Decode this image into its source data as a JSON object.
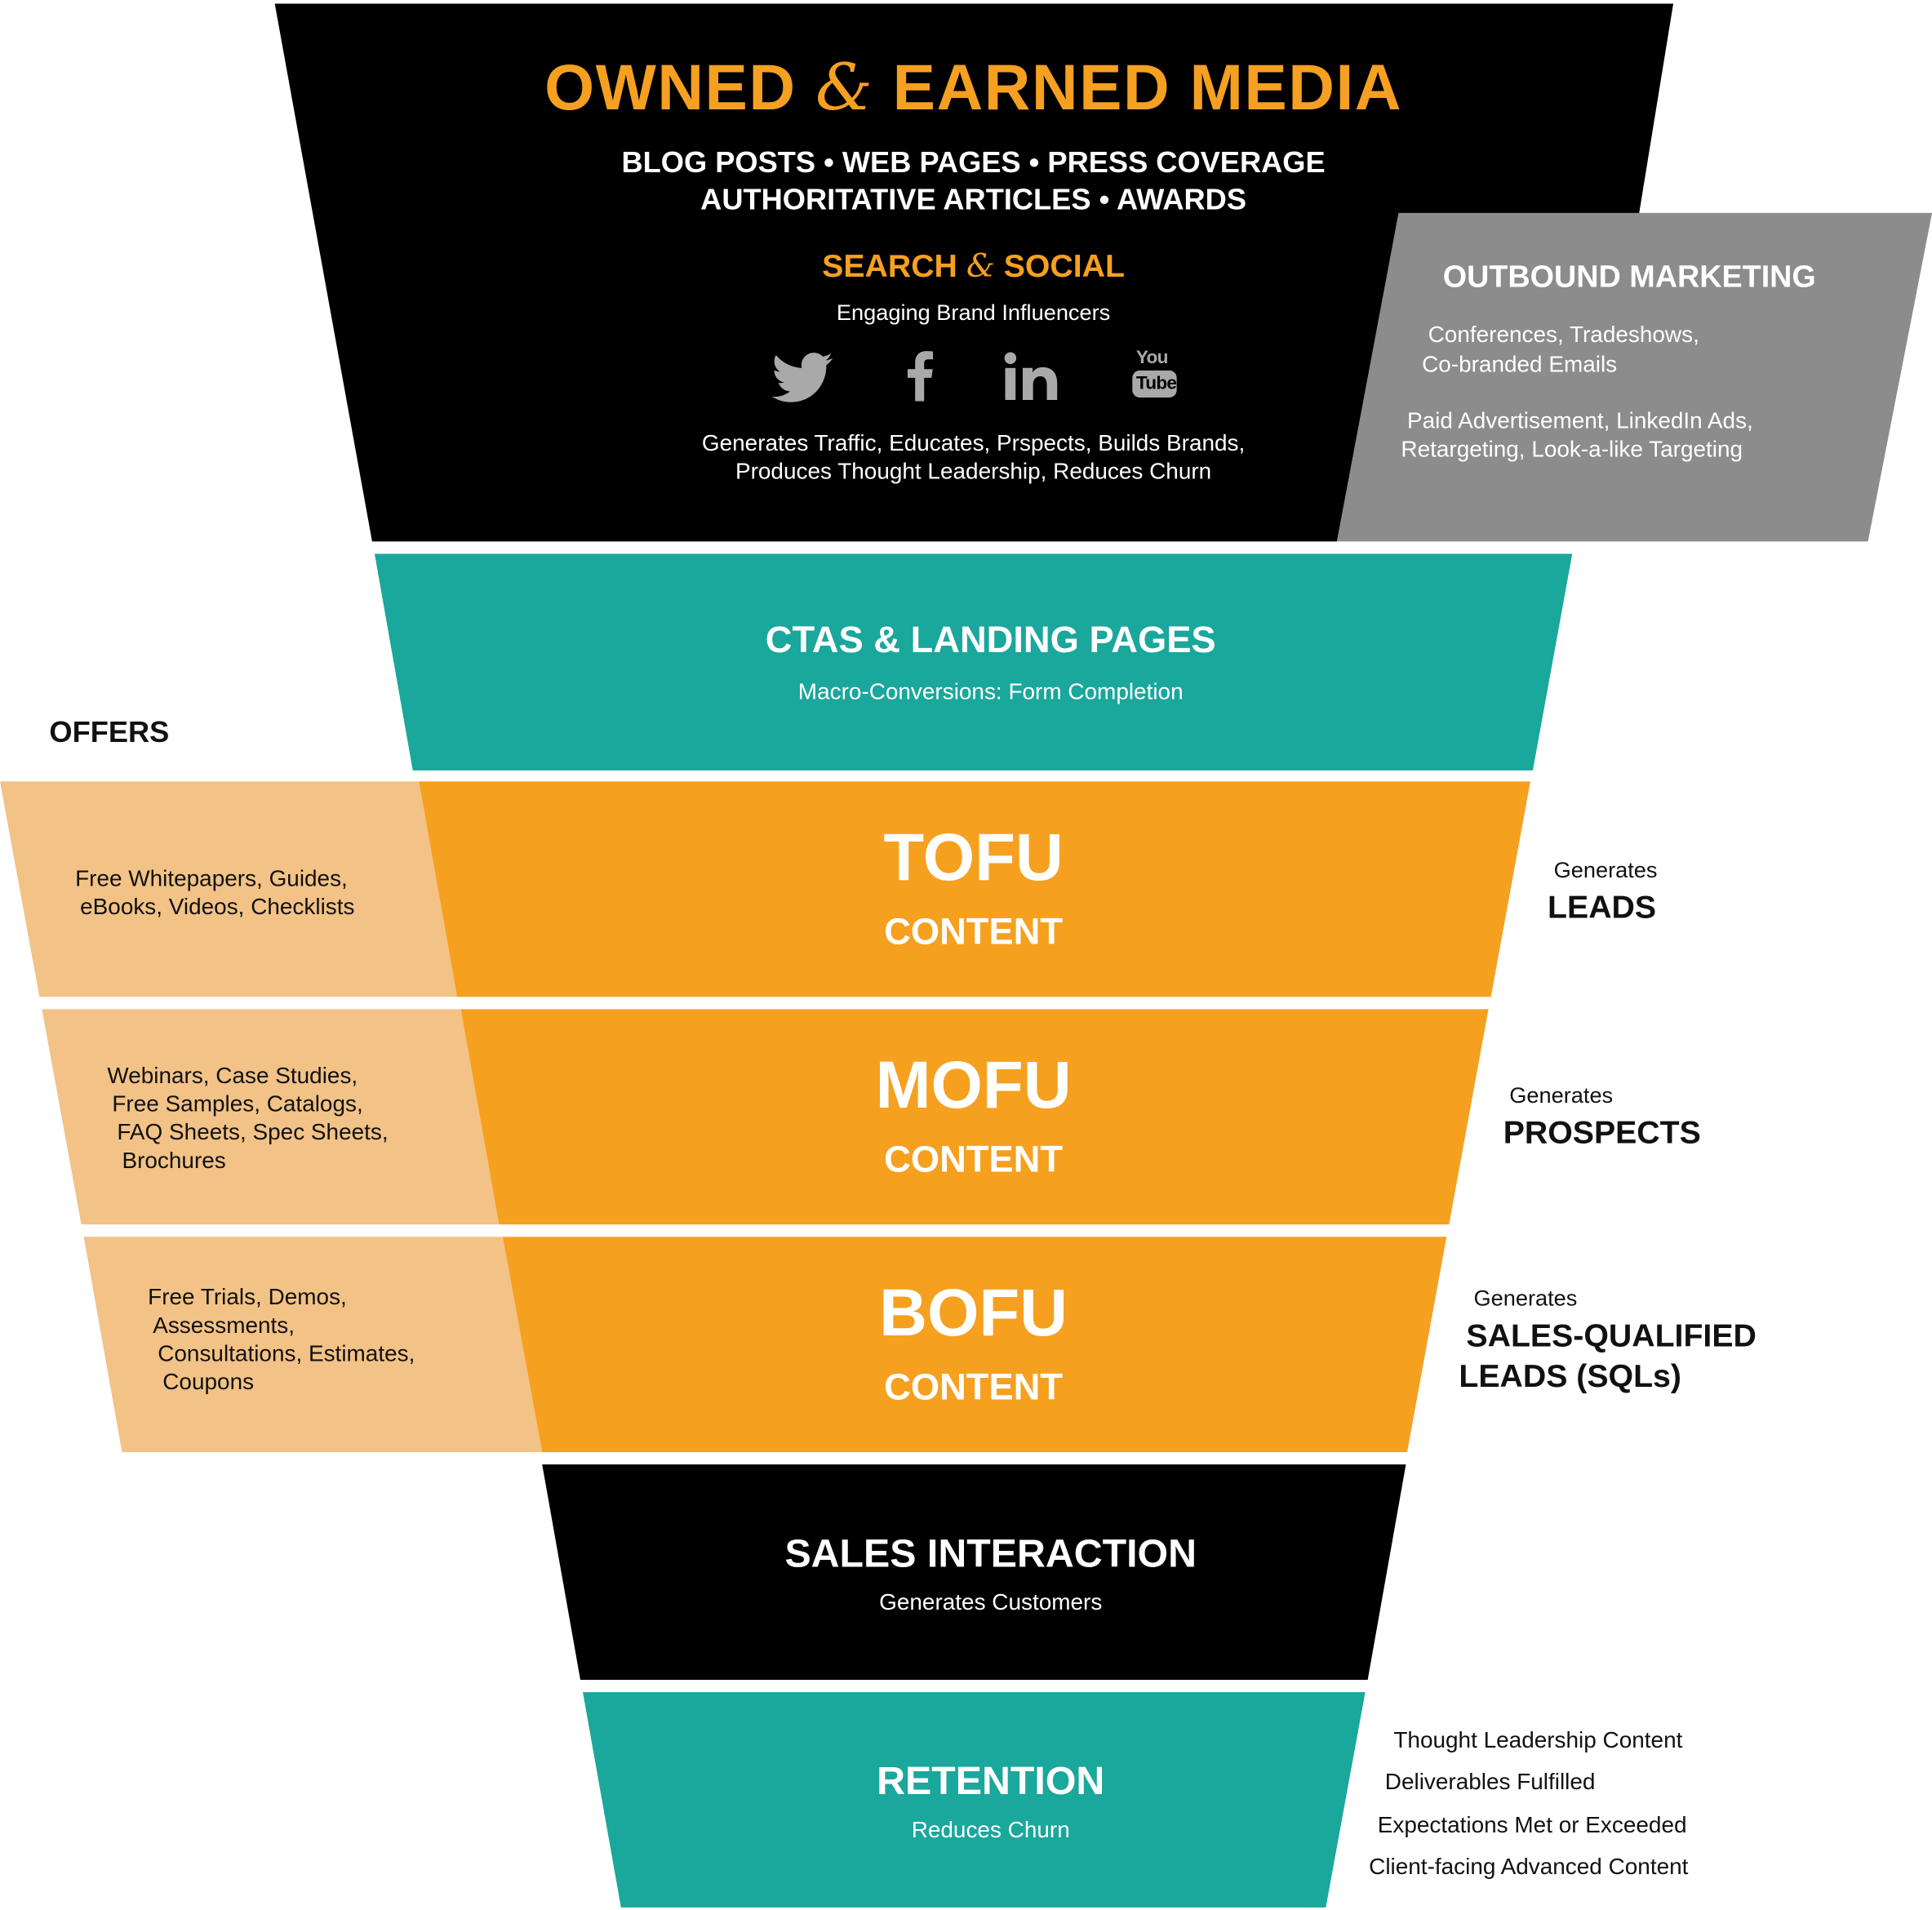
{
  "colors": {
    "black": "#000000",
    "teal": "#1aa79c",
    "orange": "#f6a020",
    "light_orange": "#f2c287",
    "gray": "#8c8c8c",
    "icon_gray": "#a9a9a9"
  },
  "top": {
    "title_part1": "OWNED",
    "title_amp": "&",
    "title_part2": "EARNED MEDIA",
    "line1": "BLOG POSTS • WEB PAGES • PRESS COVERAGE",
    "line2": "AUTHORITATIVE ARTICLES • AWARDS",
    "search_part1": "SEARCH",
    "search_amp": "&",
    "search_part2": "SOCIAL",
    "engaging": "Engaging Brand Influencers",
    "social_icons": [
      "twitter-icon",
      "facebook-icon",
      "linkedin-icon",
      "youtube-icon"
    ],
    "youtube_text_top": "You",
    "youtube_text_bottom": "Tube",
    "generates1": "Generates Traffic, Educates, Prspects, Builds Brands,",
    "generates2": "Produces Thought Leadership, Reduces Churn"
  },
  "outbound": {
    "title": "OUTBOUND MARKETING",
    "l1": "Conferences, Tradeshows,",
    "l2": "Co-branded Emails",
    "l3": "Paid Advertisement, LinkedIn Ads,",
    "l4": "Retargeting, Look-a-like Targeting"
  },
  "ctas": {
    "title": "CTAS & LANDING PAGES",
    "subtitle": "Macro-Conversions: Form Completion"
  },
  "offers_label": "OFFERS",
  "tofu": {
    "title": "TOFU",
    "sub": "CONTENT",
    "offer1": "Free Whitepapers, Guides,",
    "offer2": "eBooks, Videos, Checklists",
    "gen": "Generates",
    "result": "LEADS"
  },
  "mofu": {
    "title": "MOFU",
    "sub": "CONTENT",
    "offer1": "Webinars, Case Studies,",
    "offer2": "Free Samples, Catalogs,",
    "offer3": "FAQ Sheets, Spec Sheets,",
    "offer4": "Brochures",
    "gen": "Generates",
    "result": "PROSPECTS"
  },
  "bofu": {
    "title": "BOFU",
    "sub": "CONTENT",
    "offer1": "Free Trials, Demos,",
    "offer2": "Assessments,",
    "offer3": "Consultations, Estimates,",
    "offer4": "Coupons",
    "gen": "Generates",
    "result1": "SALES-QUALIFIED",
    "result2": "LEADS (SQLs)"
  },
  "sales": {
    "title": "SALES INTERACTION",
    "sub": "Generates Customers"
  },
  "retention": {
    "title": "RETENTION",
    "sub": "Reduces Churn",
    "item1": "Thought Leadership Content",
    "item2": "Deliverables Fulfilled",
    "item3": "Expectations Met or Exceeded",
    "item4": "Client-facing Advanced Content"
  }
}
